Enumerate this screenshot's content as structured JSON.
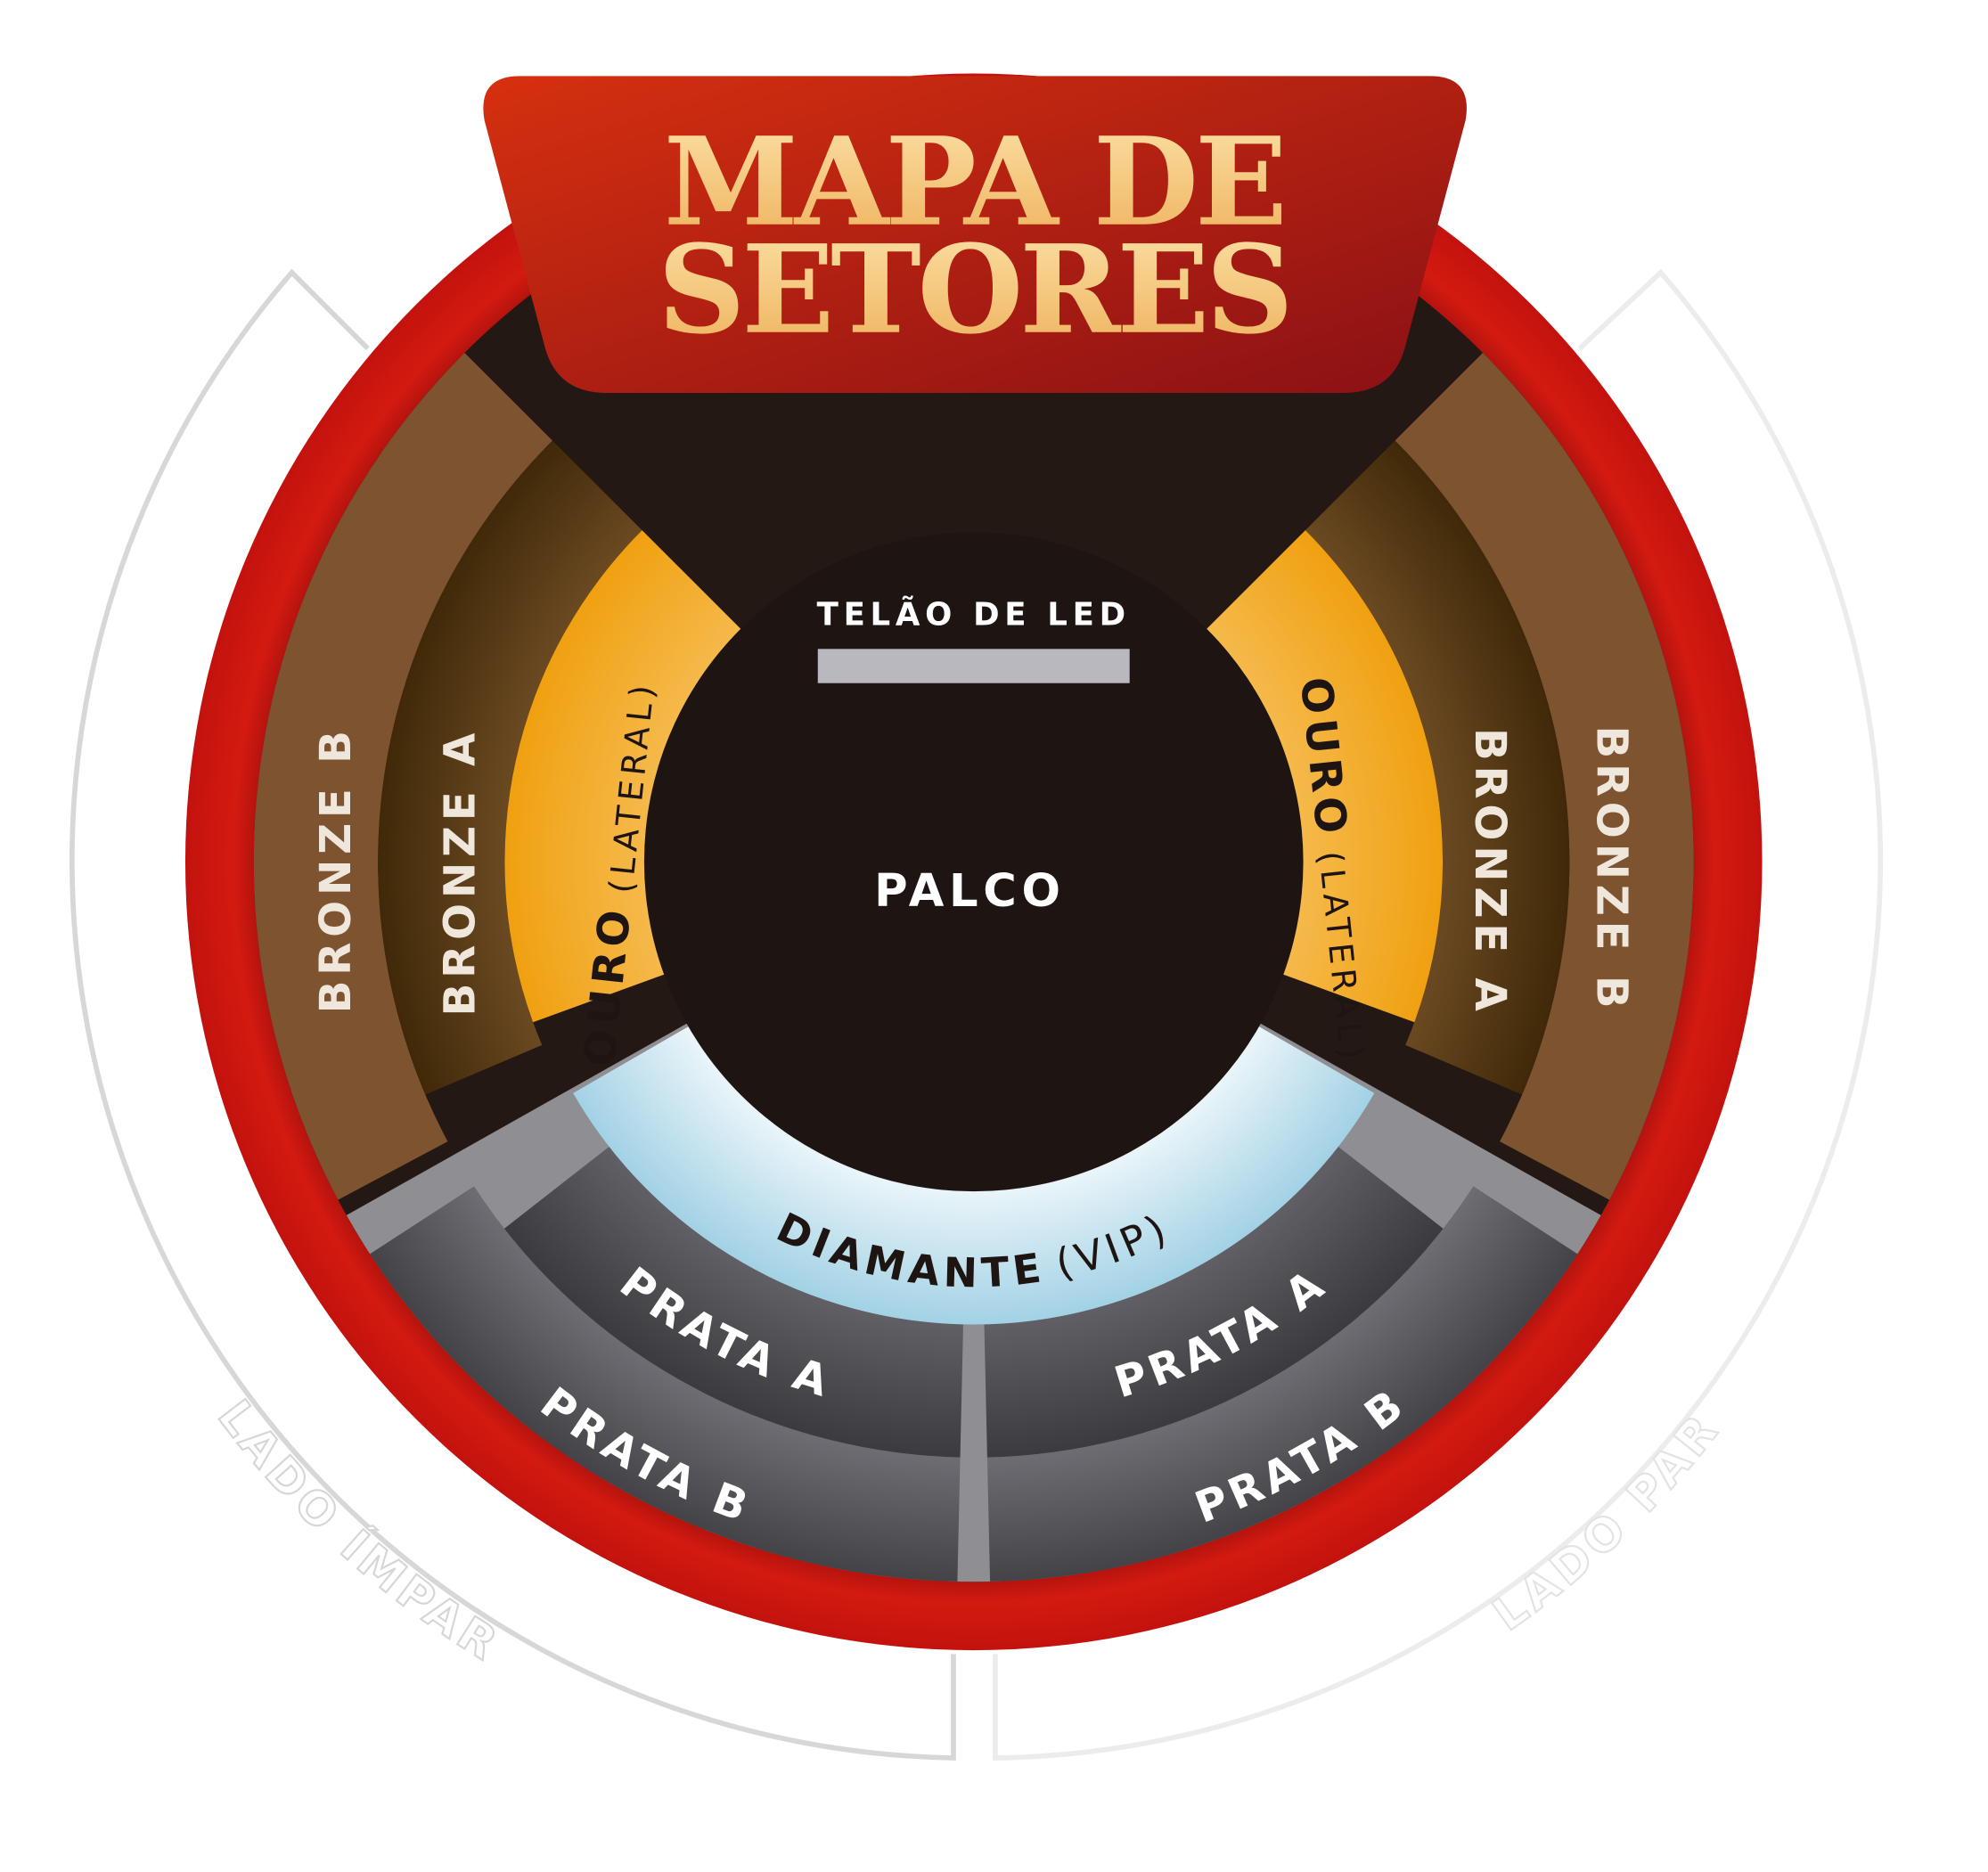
{
  "title": {
    "line1": "MAPA DE",
    "line2": "SETORES"
  },
  "stage": {
    "screen_label": "TELÃO DE LED",
    "stage_label": "PALCO"
  },
  "sectors": {
    "bronze_b": "BRONZE B",
    "bronze_a": "BRONZE A",
    "ouro": "OURO",
    "ouro_sub": "(LATERAL)",
    "diamante": "DIAMANTE",
    "diamante_sub": "(VIP)",
    "prata_a": "PRATA A",
    "prata_b": "PRATA B"
  },
  "sides": {
    "left": "LADO ÍMPAR",
    "right": "LADO PAR"
  },
  "colors": {
    "ring": "#d0170f",
    "bronze_b": "#7d5330",
    "bronze_a": "#4a3010",
    "ouro": "#f2a418",
    "diamante": "#e4f2f8",
    "prata": "#47464b",
    "stage": "#1e1512",
    "banner": "#b8180f",
    "title_gold": "#f5c778"
  }
}
